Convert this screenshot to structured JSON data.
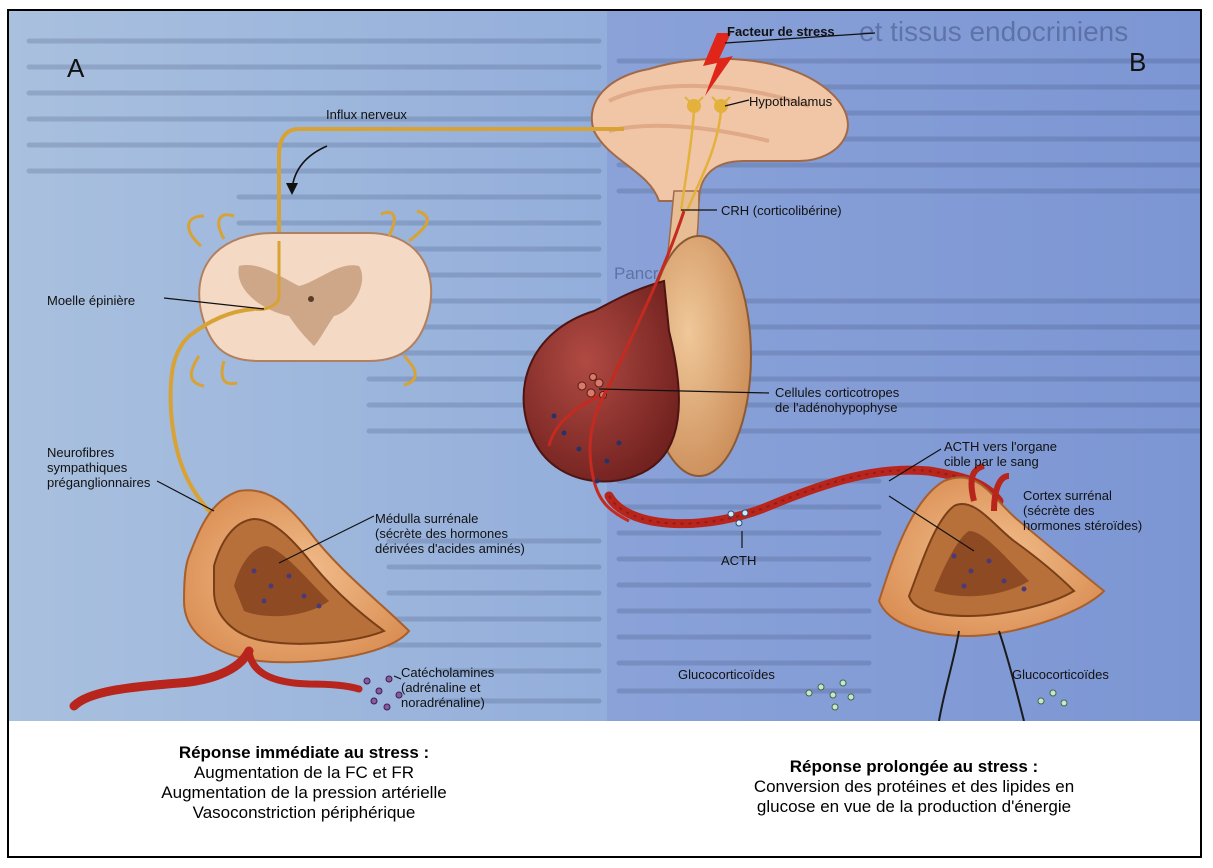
{
  "panels": {
    "a_letter": "A",
    "b_letter": "B"
  },
  "panel_a": {
    "influx": "Influx nerveux",
    "moelle": "Moelle épinière",
    "neuro": [
      "Neurofibres",
      "sympathiques",
      "préganglionnaires"
    ],
    "medulla": [
      "Médulla surrénale",
      "(sécrète des hormones",
      "dérivées d'acides aminés)"
    ],
    "catech": [
      "Catécholamines",
      "(adrénaline et",
      "noradrénaline)"
    ]
  },
  "panel_b": {
    "facteur": "Facteur de stress",
    "hypothalamus": "Hypothalamus",
    "crh": "CRH (corticolibérine)",
    "cellules": [
      "Cellules corticotropes",
      "de l'adénohypophyse"
    ],
    "acth_vers": [
      "ACTH vers l'organe",
      "cible par le sang"
    ],
    "cortex": [
      "Cortex surrénal",
      "(sécrète des",
      "hormones stéroïdes)"
    ],
    "acth": "ACTH",
    "gluco_left": "Glucocorticoïdes",
    "gluco_right": "Glucocorticoïdes"
  },
  "captions": {
    "immediate": {
      "title": "Réponse immédiate au stress :",
      "lines": [
        "Augmentation de la FC et FR",
        "Augmentation de la pression artérielle",
        "Vasoconstriction périphérique"
      ]
    },
    "prolongee": {
      "title": "Réponse prolongée au stress :",
      "lines": [
        "Conversion des protéines et des lipides en",
        "glucose en vue de la production d'énergie"
      ]
    }
  },
  "colors": {
    "left_bg": "#9fb8da",
    "right_bg": "#7f98d6",
    "nerve": "#d8a235",
    "gland_outer": "#e6a36d",
    "gland_inner": "#b86b36",
    "pituitary": "#8c2f2a",
    "vessel": "#b7251c"
  },
  "background_text": {
    "top_right_heading": "et tissus endocriniens",
    "pancreas_heading": "Pancréas"
  }
}
